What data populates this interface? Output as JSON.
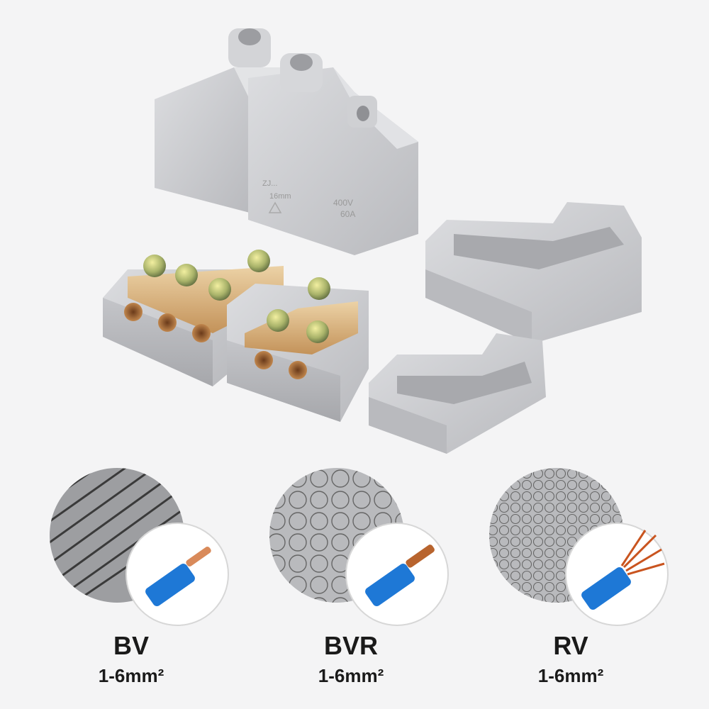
{
  "product": {
    "label_text": [
      "ZJ...",
      "400V",
      "60A",
      "16mm"
    ]
  },
  "cables": [
    {
      "name": "BV",
      "spec": "1-6mm²",
      "pattern": "solid-stripes",
      "insulation_color": "#1e78d6",
      "conductor_color": "#d98a5a"
    },
    {
      "name": "BVR",
      "spec": "1-6mm²",
      "pattern": "multi-strand-large",
      "insulation_color": "#1e78d6",
      "conductor_color": "#b8642e"
    },
    {
      "name": "RV",
      "spec": "1-6mm²",
      "pattern": "multi-strand-fine",
      "insulation_color": "#1e78d6",
      "conductor_color": "#c9541f"
    }
  ],
  "colors": {
    "housing": "#cfd0d3",
    "brass": "#d6b07a",
    "background": "#f4f4f5"
  }
}
